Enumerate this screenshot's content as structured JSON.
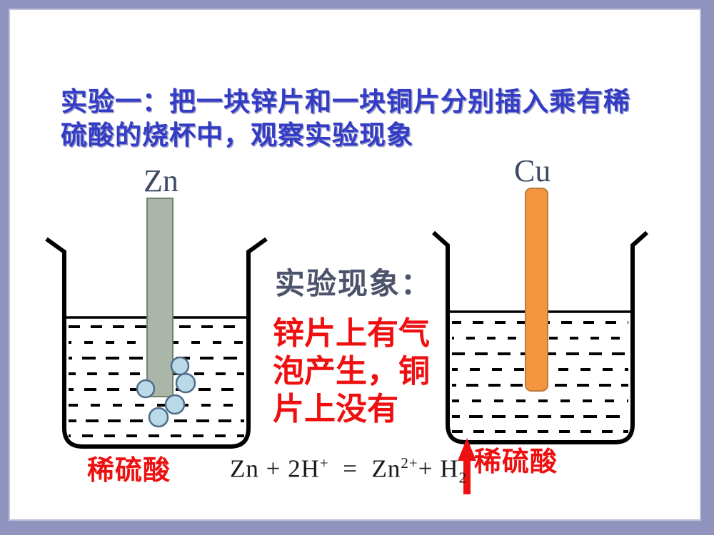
{
  "slide": {
    "title": {
      "line1": "实验一：把一块锌片和一块铜片分别插入乘有稀",
      "line2": "硫酸的烧杯中，观察实验现象"
    },
    "observation": {
      "heading": "实验现象：",
      "line1": "锌片上有气",
      "line2": "泡产生，铜",
      "line3": "片上没有"
    },
    "left_beaker": {
      "electrode": "Zn",
      "solution": "稀硫酸",
      "bubble_count": 5
    },
    "right_beaker": {
      "electrode": "Cu",
      "solution": "稀硫酸"
    },
    "equation": {
      "t1": "Zn + 2H",
      "sup1": "+",
      "t2": "  =  Zn",
      "sup2": "2+",
      "t3": "+ H",
      "sub1": "2",
      "gas_arrow": "↑"
    }
  },
  "colors": {
    "frame_purple": "#9193bf",
    "frame_inner_line": "#c0c2dc",
    "slide_bg": "#ffffff",
    "title_blue": "#333cc4",
    "heading_slate": "#4c536b",
    "metal_label_slate": "#3f4b63",
    "accent_red": "#ee1010",
    "ink": "#000000",
    "zinc_fill": "#a9b6a8",
    "zinc_stroke": "#72816e",
    "copper_fill": "#f5953e",
    "copper_stroke": "#b97a3c",
    "bubble_fill": "#badaea",
    "bubble_stroke": "#4f6d88"
  }
}
